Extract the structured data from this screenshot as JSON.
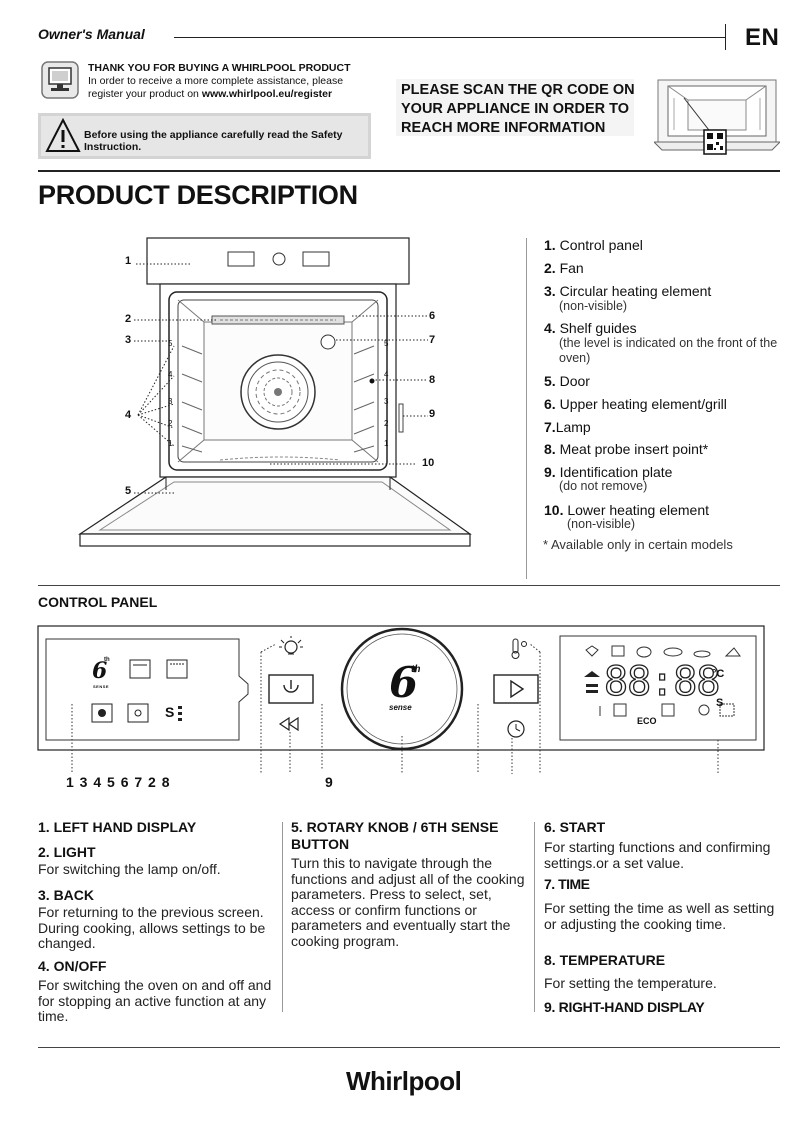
{
  "header": {
    "manual_label": "Owner's Manual",
    "language": "EN"
  },
  "registration": {
    "title": "THANK YOU FOR BUYING A WHIRLPOOL PRODUCT",
    "line1": "In order to receive a more complete assistance, please",
    "line2_prefix": "register your product on ",
    "url": "www.whirlpool.eu/register"
  },
  "safety_notice": "Before using the appliance carefully read the Safety Instruction.",
  "qr_notice": "PLEASE SCAN THE QR CODE ON YOUR APPLIANCE IN ORDER TO REACH MORE INFORMATION",
  "product_description": {
    "title": "PRODUCT DESCRIPTION",
    "callouts": [
      "1",
      "2",
      "3",
      "4",
      "5",
      "6",
      "7",
      "8",
      "9",
      "10"
    ],
    "shelf_levels": [
      "5",
      "4",
      "3",
      "2",
      "1"
    ],
    "items": [
      {
        "num": "1.",
        "label": "Control panel",
        "note": ""
      },
      {
        "num": "2.",
        "label": "Fan",
        "note": ""
      },
      {
        "num": "3.",
        "label": "Circular heating element",
        "note": "(non-visible)"
      },
      {
        "num": "4.",
        "label": "Shelf guides",
        "note": "(the level is indicated on the front of the oven)"
      },
      {
        "num": "5.",
        "label": "Door",
        "note": ""
      },
      {
        "num": "6.",
        "label": "Upper heating element/grill",
        "note": ""
      },
      {
        "num": "7.",
        "label": "Lamp",
        "note": ""
      },
      {
        "num": "8.",
        "label": "Meat probe insert point*",
        "note": ""
      },
      {
        "num": "9.",
        "label": "Identification plate",
        "note": "(do not remove)"
      },
      {
        "num": "10.",
        "label": "Lower heating element",
        "note": "(non-visible)"
      }
    ],
    "footnote": "* Available only in certain models"
  },
  "control_panel": {
    "title": "CONTROL PANEL",
    "left_numbers": "1 3 4 5 6 7 2 8",
    "right_number": "9",
    "knob_logo_number": "6",
    "knob_logo_sup": "th",
    "knob_logo_word": "sense",
    "display_digits": "88:88",
    "unit_celsius": "°C",
    "eco_label": "ECO",
    "s_label": "S",
    "left_logo_word": "SENSE"
  },
  "descriptions": {
    "col1": [
      {
        "head": "1. LEFT HAND DISPLAY",
        "text": ""
      },
      {
        "head": "2. LIGHT",
        "text": "For switching the lamp on/off."
      },
      {
        "head": "3. BACK",
        "text": "For returning to the previous screen. During cooking, allows settings to be changed."
      },
      {
        "head": "4. ON/OFF",
        "text": "For switching the oven on and off and for stopping an active function at any time."
      }
    ],
    "col2": [
      {
        "head": "5. ROTARY KNOB / 6TH SENSE BUTTON",
        "text": "Turn this to navigate through the functions and adjust all of the cooking parameters. Press to select, set, access or confirm functions or parameters and eventually start the cooking program."
      }
    ],
    "col3": [
      {
        "head": "6. START",
        "text": "For starting functions and confirming settings.or a set value."
      },
      {
        "head": "7. TIME",
        "text": "For setting the time as well as setting or adjusting the cooking time."
      },
      {
        "head": "8. TEMPERATURE",
        "text": "For setting the temperature."
      },
      {
        "head": "9. RIGHT-HAND DISPLAY",
        "text": ""
      }
    ]
  },
  "brand": "Whirlpool"
}
